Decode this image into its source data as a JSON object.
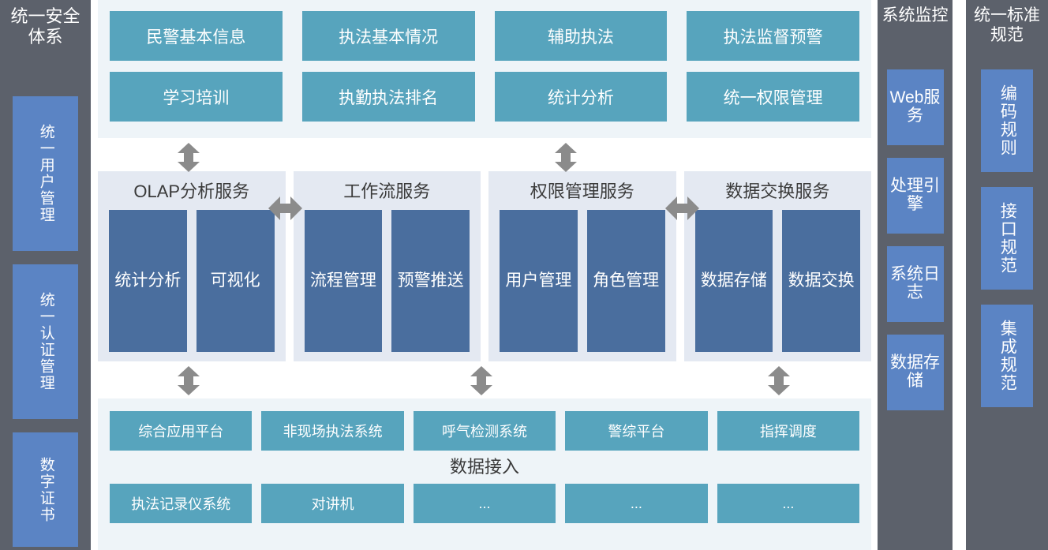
{
  "left_sidebar": {
    "title": "统一安全体系",
    "items": [
      {
        "label": "统一用户管理"
      },
      {
        "label": "统一认证管理"
      },
      {
        "label": "数字证书"
      }
    ]
  },
  "monitor_sidebar": {
    "title": "系统监控",
    "items": [
      {
        "label": "Web服务"
      },
      {
        "label": "处理引擎"
      },
      {
        "label": "系统日志"
      },
      {
        "label": "数据存储"
      }
    ]
  },
  "standard_sidebar": {
    "title": "统一标准规范",
    "items": [
      {
        "label": "编码规则"
      },
      {
        "label": "接口规范"
      },
      {
        "label": "集成规范"
      }
    ]
  },
  "application_layer": {
    "row1": [
      {
        "label": "民警基本信息"
      },
      {
        "label": "执法基本情况"
      },
      {
        "label": "辅助执法"
      },
      {
        "label": "执法监督预警"
      }
    ],
    "row2": [
      {
        "label": "学习培训"
      },
      {
        "label": "执勤执法排名"
      },
      {
        "label": "统计分析"
      },
      {
        "label": "统一权限管理"
      }
    ]
  },
  "service_layer": {
    "panels": [
      {
        "title": "OLAP分析服务",
        "boxes": [
          {
            "label": "统计\n分析"
          },
          {
            "label": "可视化"
          }
        ]
      },
      {
        "title": "工作流服务",
        "boxes": [
          {
            "label": "流程\n管理"
          },
          {
            "label": "预警\n推送"
          }
        ]
      },
      {
        "title": "权限管理服务",
        "boxes": [
          {
            "label": "用户\n管理"
          },
          {
            "label": "角色\n管理"
          }
        ]
      },
      {
        "title": "数据交换服务",
        "boxes": [
          {
            "label": "数据\n存储"
          },
          {
            "label": "数据\n交换"
          }
        ]
      }
    ]
  },
  "data_layer": {
    "label": "数据接入",
    "row1": [
      {
        "label": "综合应用平台"
      },
      {
        "label": "非现场执法系统"
      },
      {
        "label": "呼气检测系统"
      },
      {
        "label": "警综平台"
      },
      {
        "label": "指挥调度"
      }
    ],
    "row2": [
      {
        "label": "执法记录仪系统"
      },
      {
        "label": "对讲机"
      },
      {
        "label": "..."
      },
      {
        "label": "..."
      },
      {
        "label": "..."
      }
    ]
  },
  "colors": {
    "sidebar_bg": "#5c616b",
    "sidebar_box": "#5b84c4",
    "app_box": "#57a4bd",
    "app_band_bg": "#eef4f8",
    "service_panel_bg": "#e4e9f2",
    "service_box": "#4a6e9e",
    "arrow": "#8b8b8b"
  }
}
